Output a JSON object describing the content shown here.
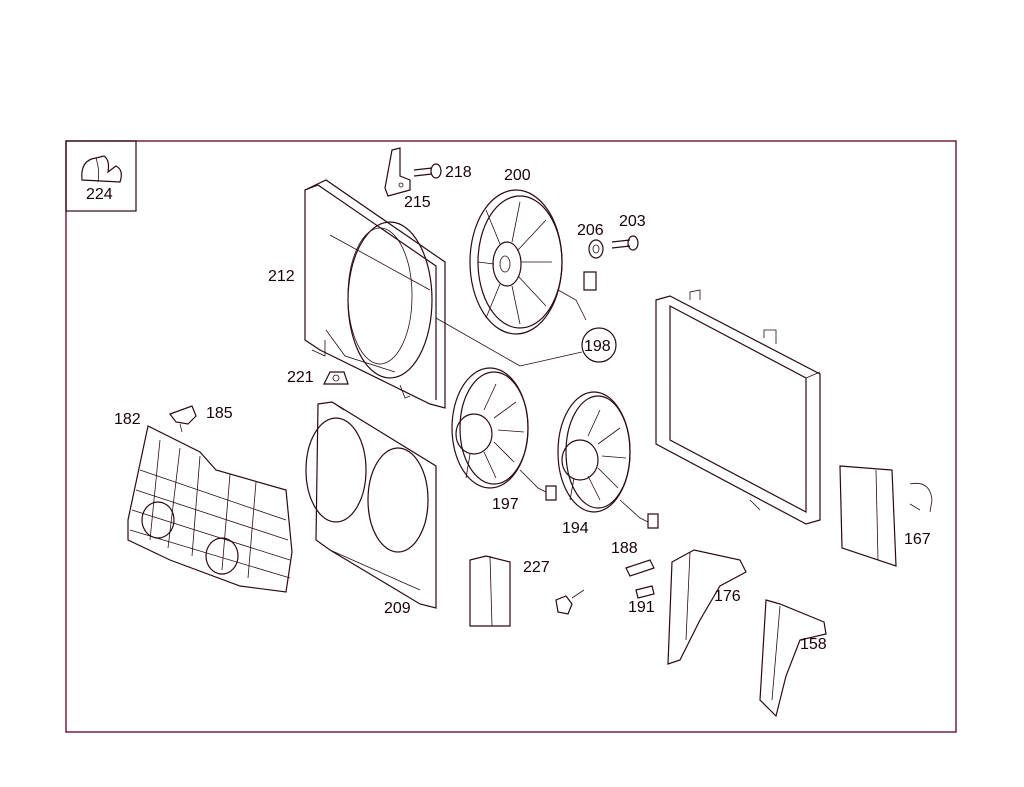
{
  "diagram": {
    "frame_color": "#6b1030",
    "line_color": "#2a0a14",
    "inset_label": "224",
    "callouts": [
      "218",
      "215",
      "200",
      "206",
      "203",
      "212",
      "198",
      "221",
      "182",
      "185",
      "197",
      "194",
      "188",
      "227",
      "191",
      "176",
      "209",
      "167",
      "158"
    ]
  }
}
